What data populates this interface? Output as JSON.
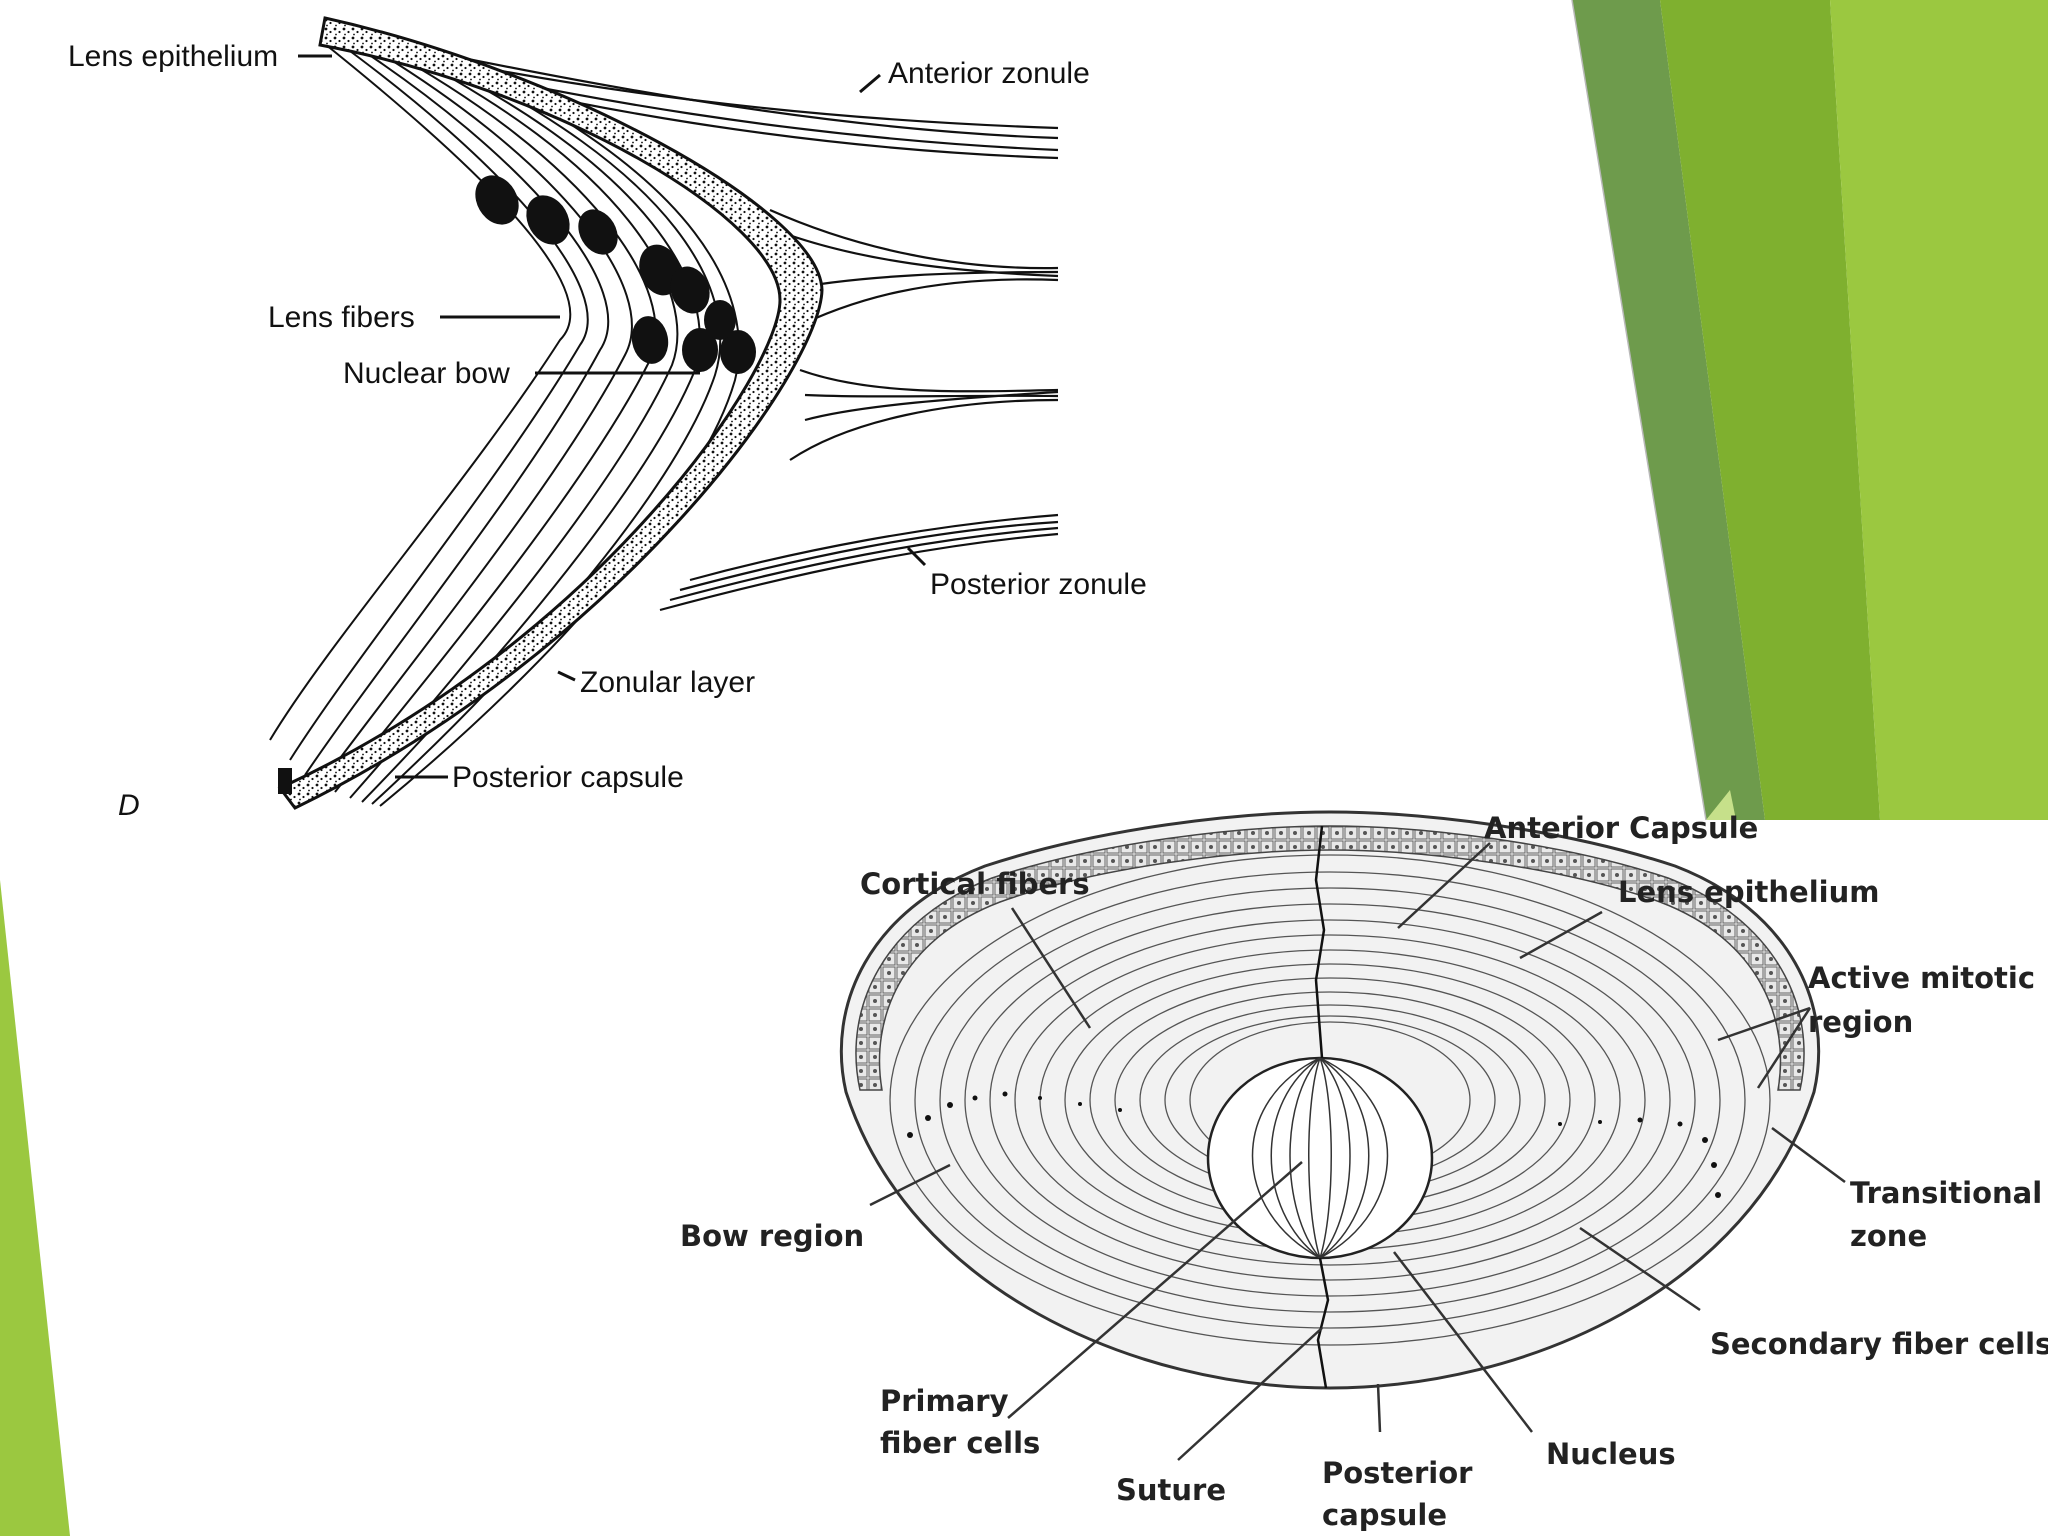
{
  "colors": {
    "background": "#ffffff",
    "green_light": "#9bc840",
    "green_mid": "#80b530",
    "green_dark": "#6e9b4c",
    "green_pale": "#c6e08a"
  },
  "figure_top": {
    "labels": {
      "lens_epithelium": "Lens epithelium",
      "anterior_zonule": "Anterior zonule",
      "lens_fibers": "Lens fibers",
      "nuclear_bow": "Nuclear bow",
      "posterior_zonule": "Posterior zonule",
      "zonular_layer": "Zonular layer",
      "posterior_capsule": "Posterior capsule",
      "panel_letter": "D"
    }
  },
  "figure_bottom": {
    "labels": {
      "anterior_capsule": "Anterior Capsule",
      "cortical_fibers": "Cortical fibers",
      "lens_epithelium": "Lens epithelium",
      "active_mitotic_1": "Active mitotic",
      "active_mitotic_2": "region",
      "transitional_1": "Transitional",
      "transitional_2": "zone",
      "bow_region": "Bow region",
      "secondary_fiber_cells": "Secondary fiber cells",
      "primary_fiber_1": "Primary",
      "primary_fiber_2": "fiber cells",
      "suture": "Suture",
      "posterior_capsule_1": "Posterior",
      "posterior_capsule_2": "capsule",
      "nucleus": "Nucleus"
    }
  }
}
